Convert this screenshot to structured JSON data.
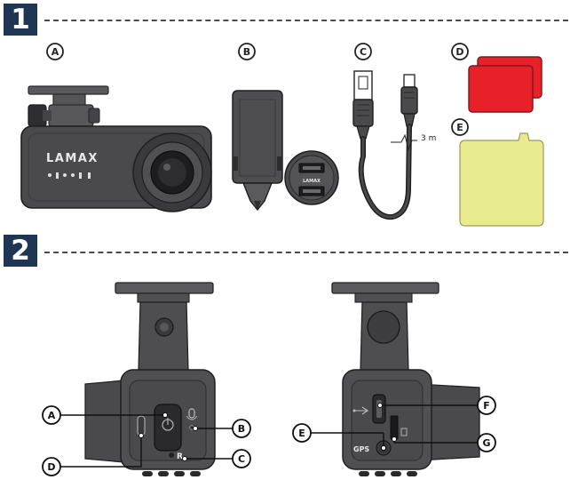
{
  "sections": [
    {
      "label": "1"
    },
    {
      "label": "2"
    }
  ],
  "package_contents": {
    "markers": [
      "A",
      "B",
      "C",
      "D",
      "E"
    ],
    "camera_brand": "LAMAX",
    "charger_brand": "LAMAX",
    "cable_length": "3 m"
  },
  "camera_views": {
    "left_view_markers": [
      "A",
      "B",
      "C",
      "D"
    ],
    "right_view_markers": [
      "E",
      "F",
      "G"
    ],
    "gps_label": "GPS",
    "reset_label": "R"
  },
  "colors": {
    "section_badge": "#1e3553",
    "device_body": "#4a4a4d",
    "adhesive_red": "#e8202a",
    "protective_film": "#e9ec8e"
  }
}
